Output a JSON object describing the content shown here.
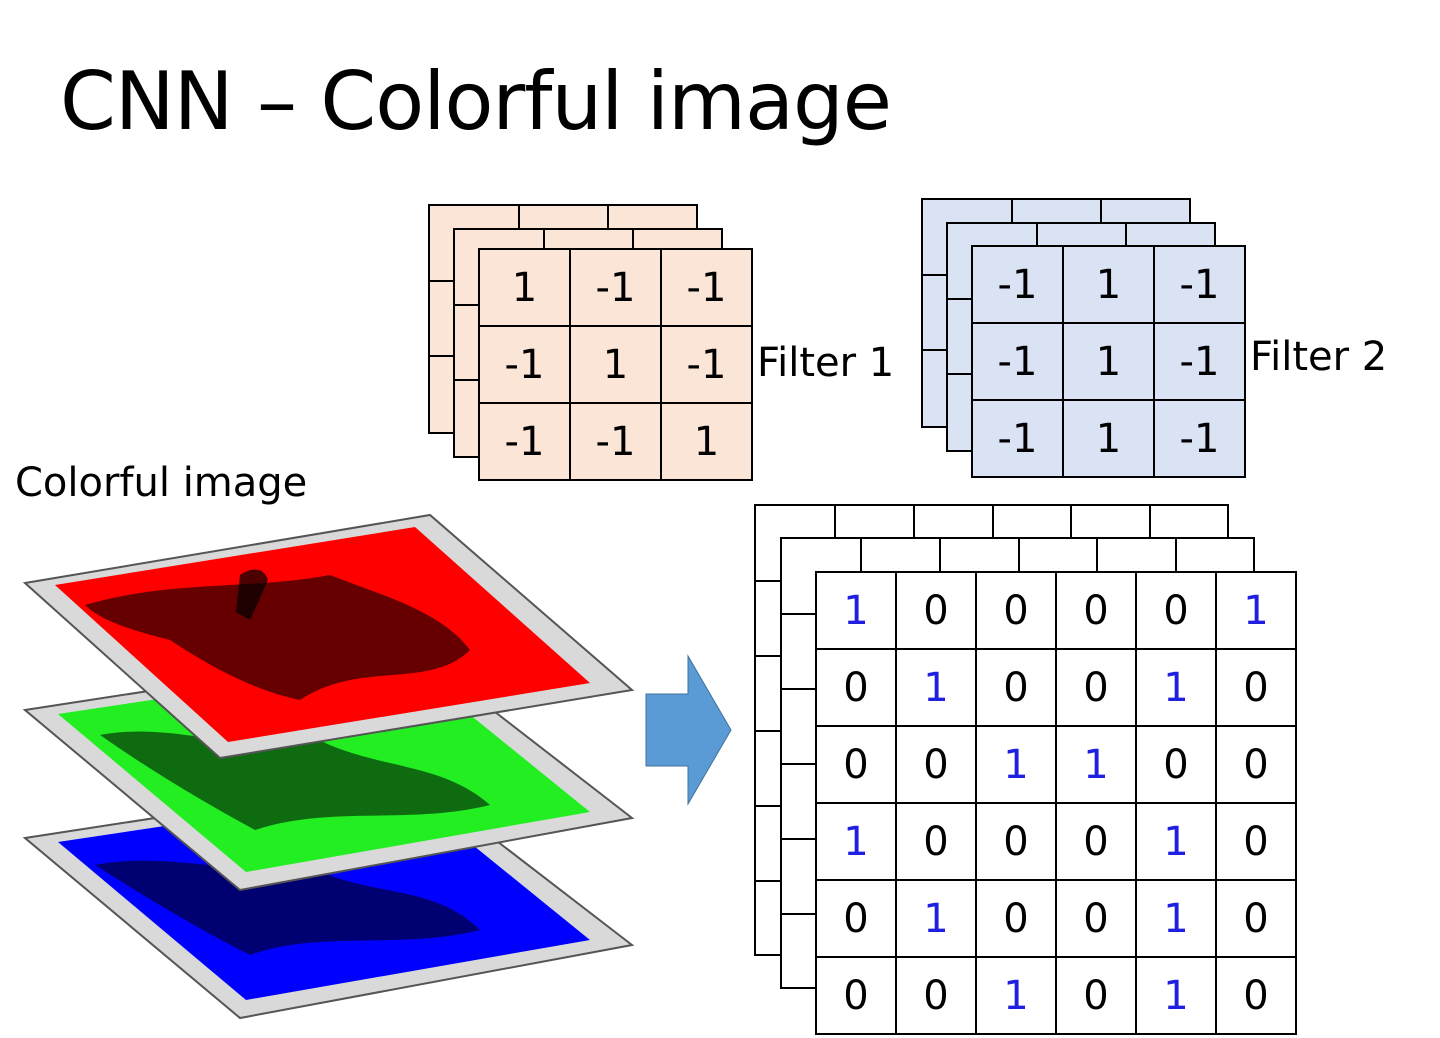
{
  "title": "CNN – Colorful image",
  "image_label": "Colorful image",
  "filter1": {
    "label": "Filter 1",
    "color": "#fbe5d6",
    "values": [
      [
        "1",
        "-1",
        "-1"
      ],
      [
        "-1",
        "1",
        "-1"
      ],
      [
        "-1",
        "-1",
        "1"
      ]
    ]
  },
  "filter2": {
    "label": "Filter 2",
    "color": "#dae3f3",
    "values": [
      [
        "-1",
        "1",
        "-1"
      ],
      [
        "-1",
        "1",
        "-1"
      ],
      [
        "-1",
        "1",
        "-1"
      ]
    ]
  },
  "channels": [
    {
      "name": "red",
      "color": "#ff0000"
    },
    {
      "name": "green",
      "color": "#22ee22"
    },
    {
      "name": "blue",
      "color": "#0000ff"
    }
  ],
  "arrow_color": "#5b9bd5",
  "output": {
    "one_color": "#1f1fe0",
    "values": [
      [
        "1",
        "0",
        "0",
        "0",
        "0",
        "1"
      ],
      [
        "0",
        "1",
        "0",
        "0",
        "1",
        "0"
      ],
      [
        "0",
        "0",
        "1",
        "1",
        "0",
        "0"
      ],
      [
        "1",
        "0",
        "0",
        "0",
        "1",
        "0"
      ],
      [
        "0",
        "1",
        "0",
        "0",
        "1",
        "0"
      ],
      [
        "0",
        "0",
        "1",
        "0",
        "1",
        "0"
      ]
    ]
  }
}
